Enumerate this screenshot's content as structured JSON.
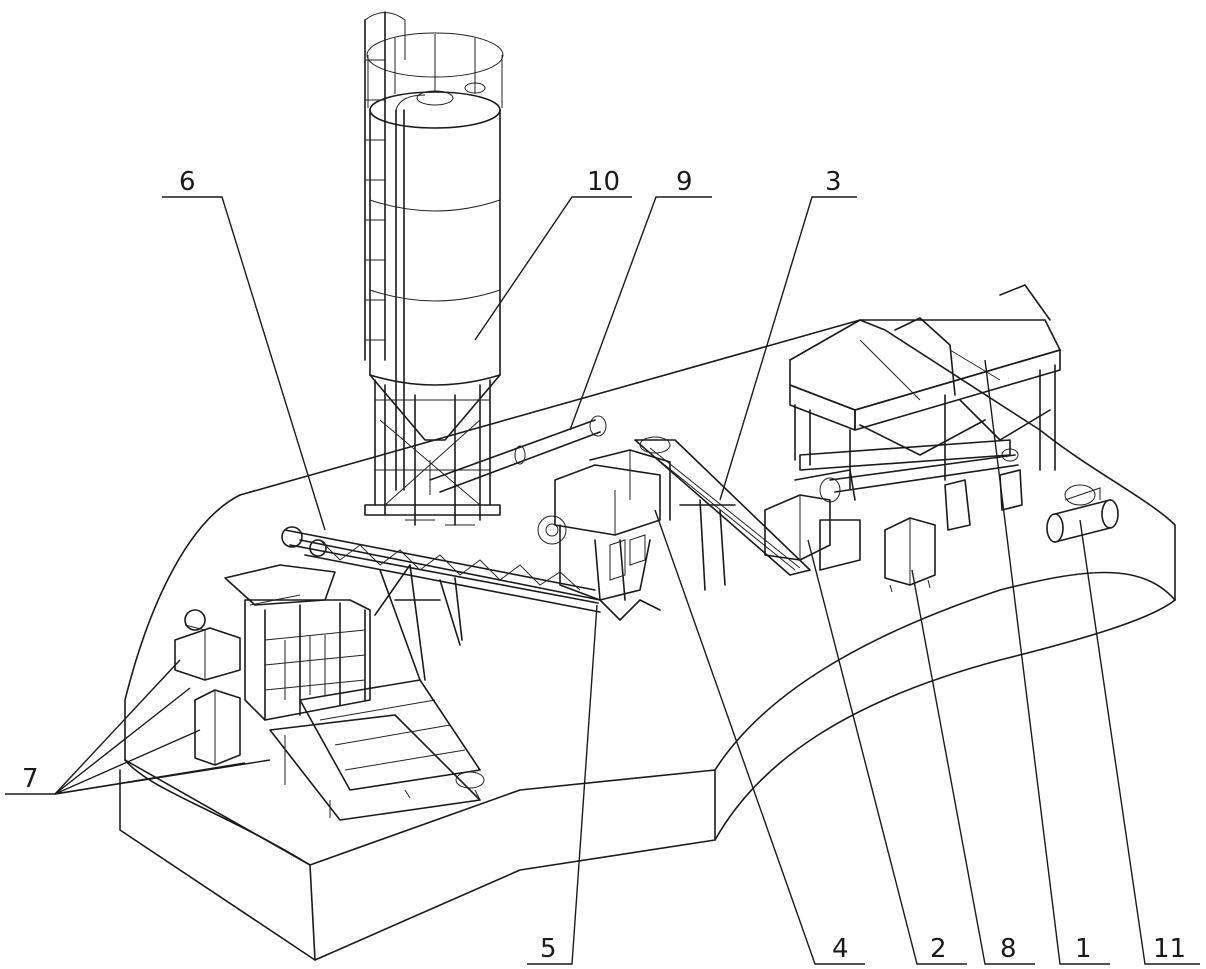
{
  "callouts": [
    {
      "id": "c6",
      "text": "6"
    },
    {
      "id": "c10",
      "text": "10"
    },
    {
      "id": "c9",
      "text": "9"
    },
    {
      "id": "c3",
      "text": "3"
    },
    {
      "id": "c7",
      "text": "7"
    },
    {
      "id": "c5",
      "text": "5"
    },
    {
      "id": "c4",
      "text": "4"
    },
    {
      "id": "c2",
      "text": "2"
    },
    {
      "id": "c8",
      "text": "8"
    },
    {
      "id": "c1",
      "text": "1"
    },
    {
      "id": "c11",
      "text": "11"
    }
  ],
  "colors": {
    "line": "#1a1a1a",
    "background": "#ffffff"
  }
}
